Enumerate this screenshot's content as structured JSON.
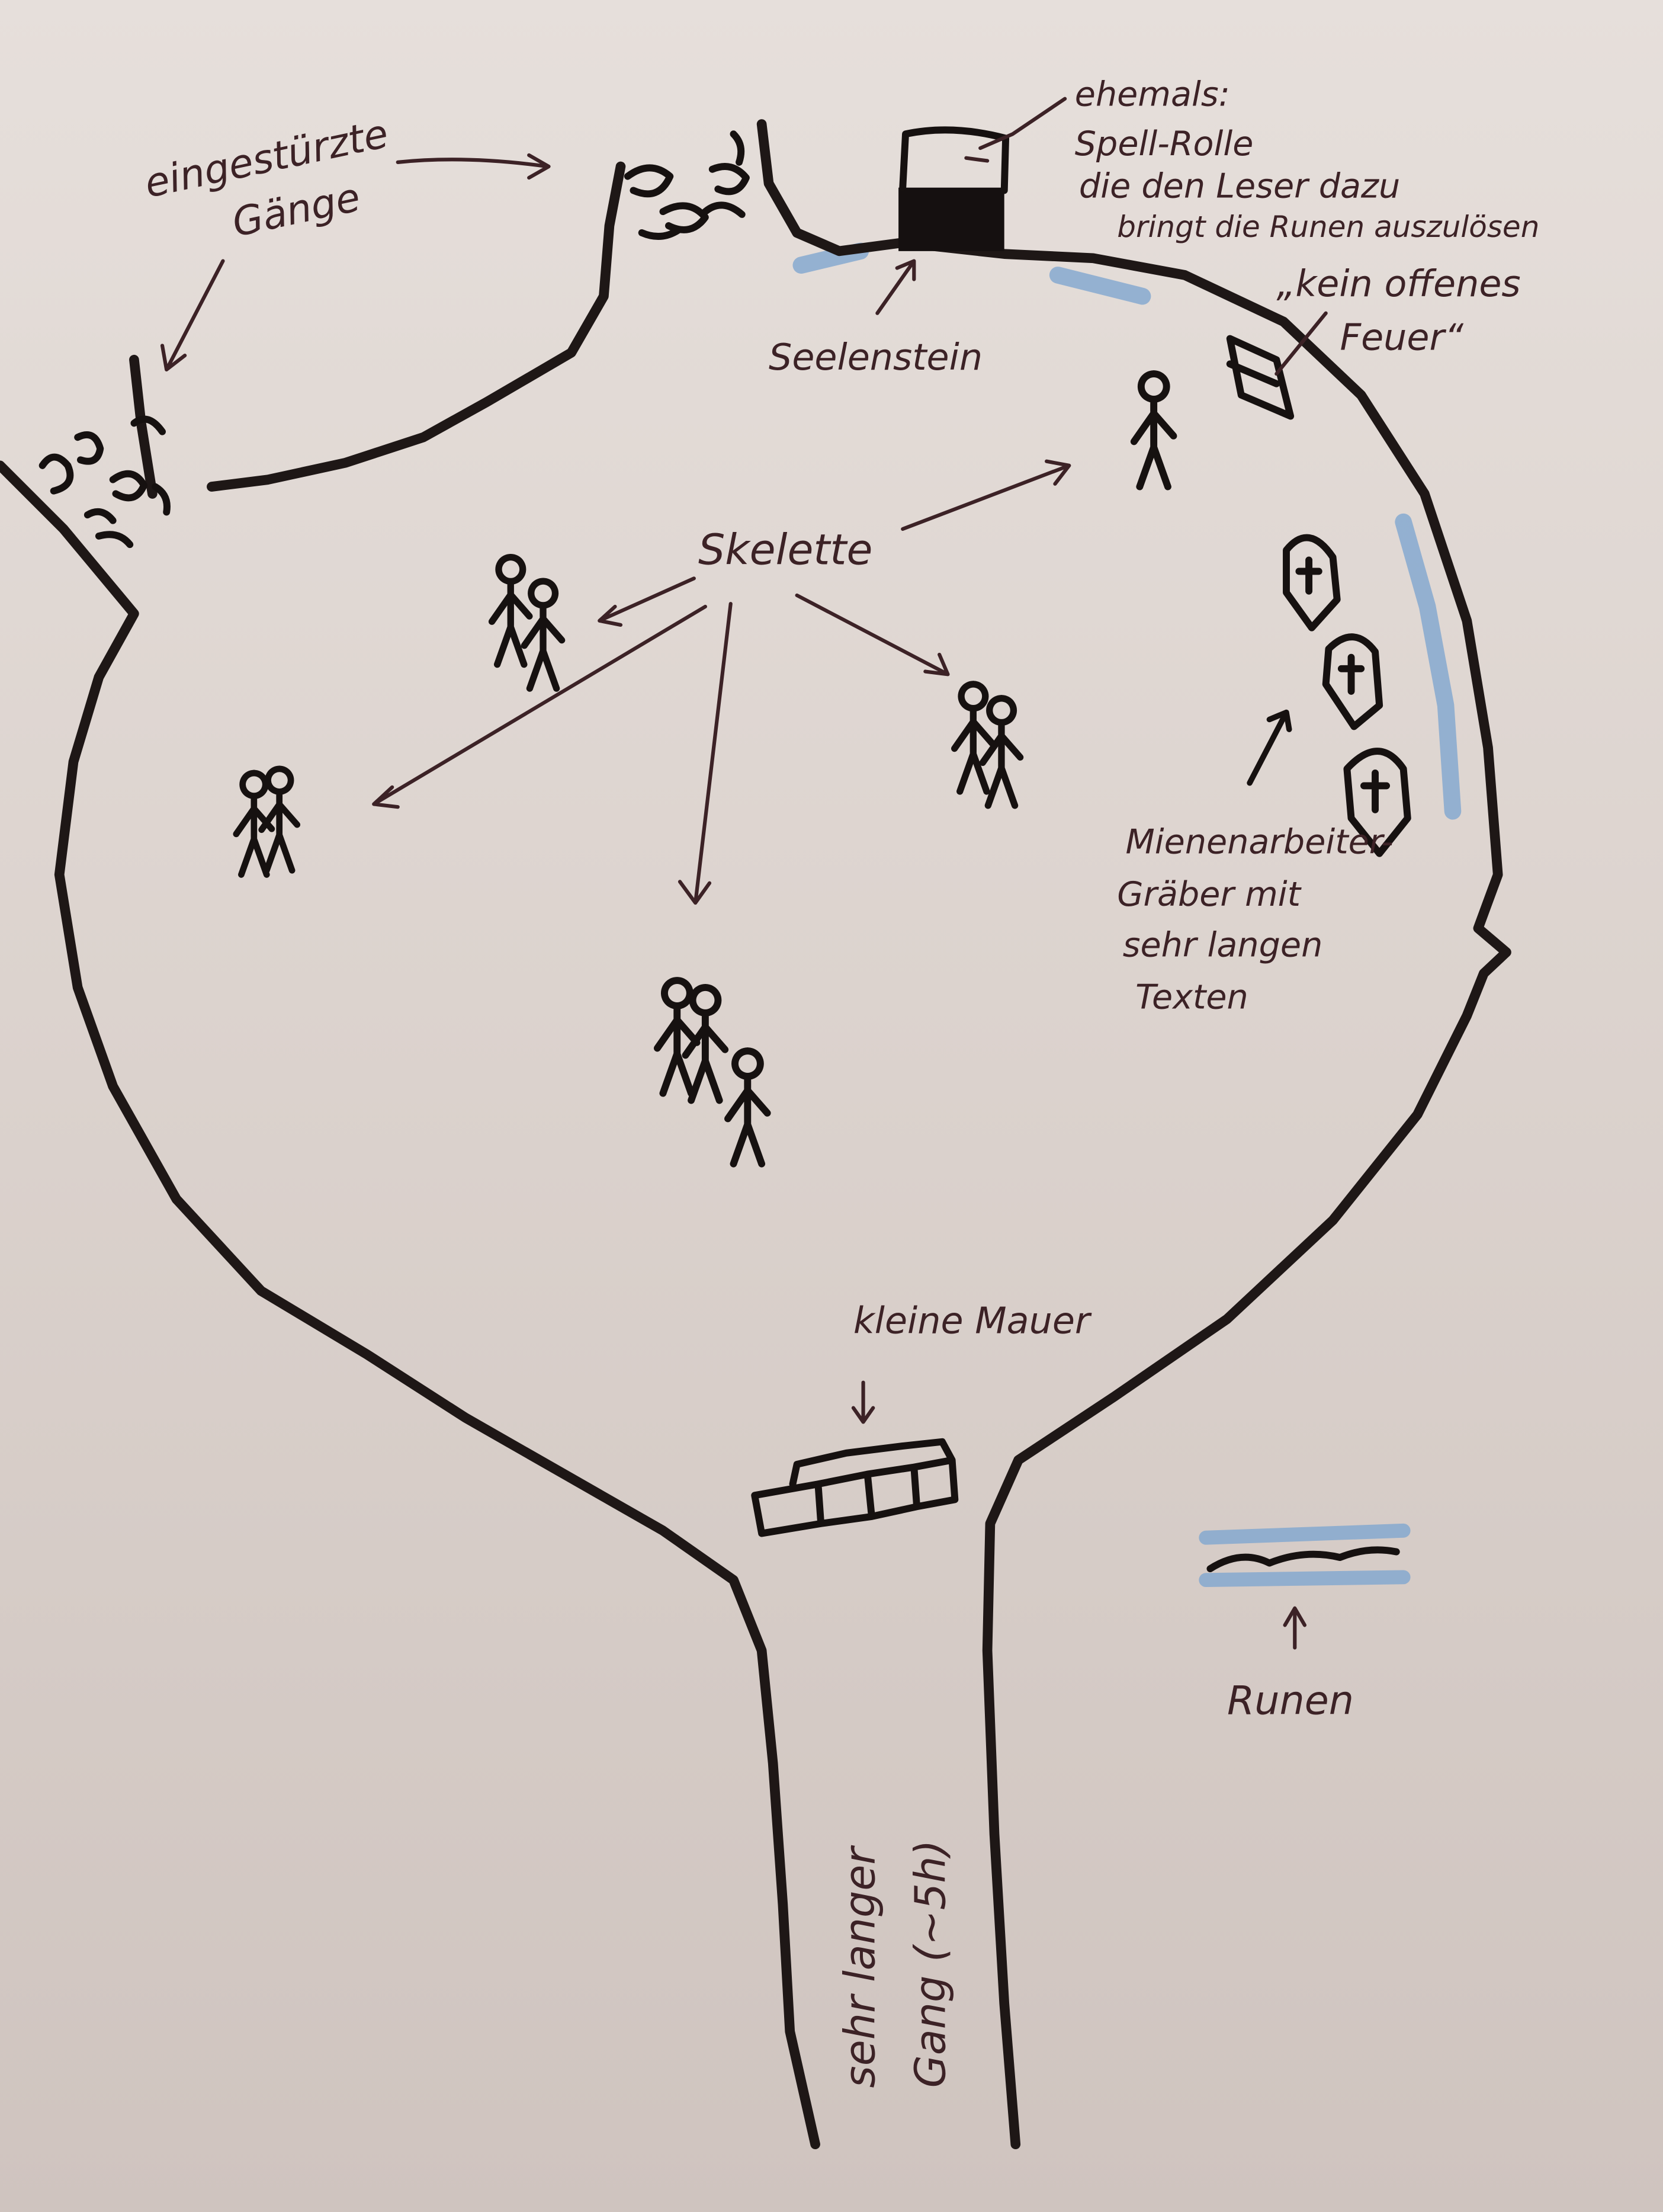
{
  "map": {
    "labels": {
      "collapsed_passages": [
        "eingestürzte",
        "Gänge"
      ],
      "former_note": [
        "ehemals:",
        "Spell-Rolle",
        "die den Leser dazu",
        "bringt die Runen auszulösen"
      ],
      "soulstone": "Seelenstein",
      "no_open_fire": [
        "„kein offenes",
        "Feuer“"
      ],
      "skeletons": "Skelette",
      "miner_graves": [
        "Mienenarbeiter-",
        "Gräber mit",
        "sehr langen",
        "Texten"
      ],
      "small_wall": "kleine Mauer",
      "runes": "Runen",
      "long_corridor": [
        "sehr langer",
        "Gang (~5h)"
      ]
    },
    "colors": {
      "ink": "#3c2226",
      "wall": "#1e1716",
      "water": "#7fa6cf",
      "paper": "#e2dad5"
    }
  }
}
